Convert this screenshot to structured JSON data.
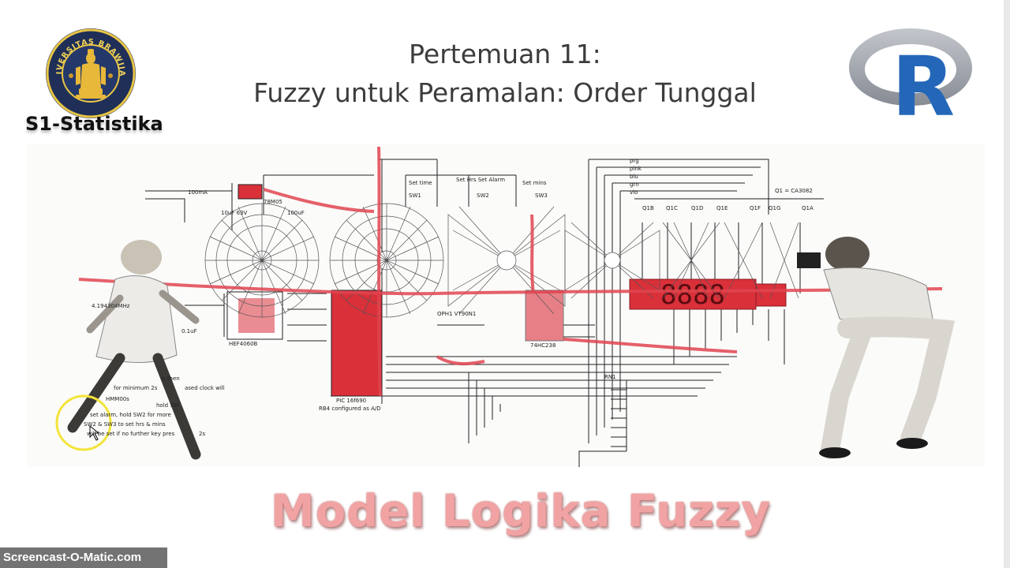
{
  "slide": {
    "title_line1": "Pertemuan 11:",
    "title_line2": "Fuzzy untuk Peramalan: Order Tunggal",
    "department": "S1-Statistika",
    "subtitle": "Model Logika Fuzzy"
  },
  "logos": {
    "university_seal": "UNIVERSITAS BRAWIJAYA",
    "r_logo": "R"
  },
  "circuit": {
    "labels": [
      "Set time",
      "Set Hrs Set Alarm",
      "Set mins",
      "SW1",
      "SW2",
      "SW3",
      "HEF4060B",
      "PIC 16f690",
      "74HC238",
      "OPH1 VT90N1",
      "RB4 configured as A/D",
      "RN1",
      "Q1 = CA3082",
      "4.194304MHz",
      "0.1uF",
      "100mA",
      "78M05",
      "100uF",
      "10uF 63V"
    ],
    "leds": [
      "prg",
      "pink",
      "blu",
      "grn",
      "vio"
    ],
    "transistors": [
      "Q1B",
      "Q1C",
      "Q1D",
      "Q1E",
      "Q1F",
      "Q1G",
      "Q1A"
    ],
    "display": "8888",
    "notes": [
      "is then",
      "for minimum 2s",
      "ased clock will",
      "HMM00s",
      "hold SW",
      "set alarm, hold SW2 for more",
      "SW2 & SW3 to set hrs & mins",
      "will be set if no further key pres",
      "2s"
    ]
  },
  "watermark": "Screencast-O-Matic.com",
  "colors": {
    "title": "#3c3c3c",
    "subtitle_fill": "#f1a3a3",
    "circuit_red": "#d9303a",
    "seal_ring": "#e8c545",
    "r_blue": "#2467b8",
    "r_ring": "#9fa4ad"
  }
}
